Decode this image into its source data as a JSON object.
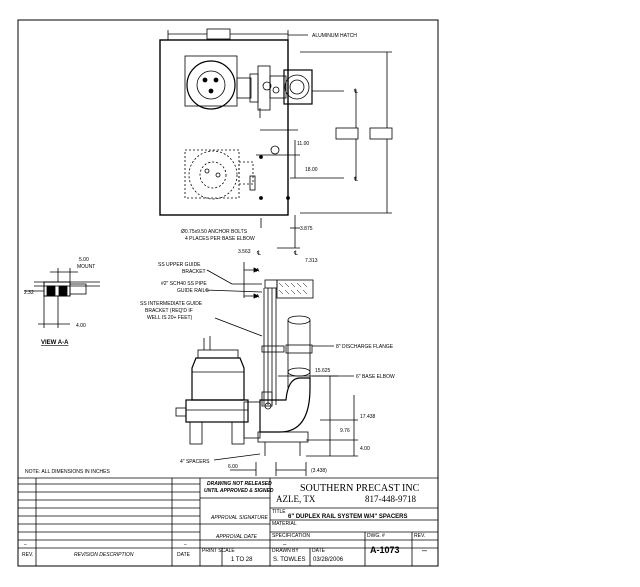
{
  "plan_view": {
    "hatch_label": "ALUMINUM HATCH",
    "dim_11": "11.00",
    "dim_18": "18.00",
    "cl_mark": "℄",
    "anchor_note_1": "Ø0.75x9.50 ANCHOR BOLTS",
    "anchor_note_2": "4 PLACES PER BASE ELBOW",
    "dim_3875": "3.875",
    "dim_3563": "3.563",
    "dim_7313": "7.313"
  },
  "elevation": {
    "upper_bracket_1": "SS UPPER GUIDE",
    "upper_bracket_2": "BRACKET",
    "guide_rails_1": "#2\" SCH40 SS PIPE",
    "guide_rails_2": "GUIDE RAILS",
    "inter_bracket_1": "SS INTERMEDIATE GUIDE",
    "inter_bracket_2": "BRACKET (REQ'D IF",
    "inter_bracket_3": "WELL IS 20+ FEET)",
    "discharge_flange": "8\" DISCHARGE FLANGE",
    "base_elbow": "6\" BASE ELBOW",
    "spacers": "4\" SPACERS",
    "dim_15625": "15.625",
    "dim_17438": "17.438",
    "dim_976": "9.76",
    "dim_400": "4.00",
    "dim_600": "6.00",
    "dim_3438": "(3.438)",
    "section_marker": "A"
  },
  "view_aa": {
    "dim_500": "5.00",
    "mount": "MOUNT",
    "dim_232": "2.32",
    "dim_400": "4.00",
    "title": "VIEW A-A"
  },
  "note": "NOTE: ALL DIMENSIONS IN INCHES",
  "title_block": {
    "company": "SOUTHERN PRECAST INC",
    "city": "AZLE, TX",
    "phone": "817-448-9718",
    "drawing_note_1": "DRAWING NOT RELEASED",
    "drawing_note_2": "UNTIL APPROVED & SIGNED",
    "approval_signature": "APPROVAL SIGNATURE",
    "approval_date": "APPROVAL DATE",
    "title_label": "TITLE",
    "title": "6\" DUPLEX RAIL SYSTEM W/4\" SPACERS",
    "material_label": "MATERIAL",
    "specification_label": "SPECIFICATION",
    "dwg_no_label": "DWG. #",
    "rev_label": "REV.",
    "dwg_no": "A-1073",
    "rev": "–",
    "print_scale_label": "PRINT SCALE",
    "scale": "1 TO 28",
    "drawn_by_label": "DRAWN BY",
    "drawn_by": "S. TOWLES",
    "date_label": "DATE",
    "date": "03/28/2006",
    "rev_col": "REV.",
    "revision_description": "REVISION DESCRIPTION",
    "date_col": "DATE",
    "dash": "–"
  }
}
